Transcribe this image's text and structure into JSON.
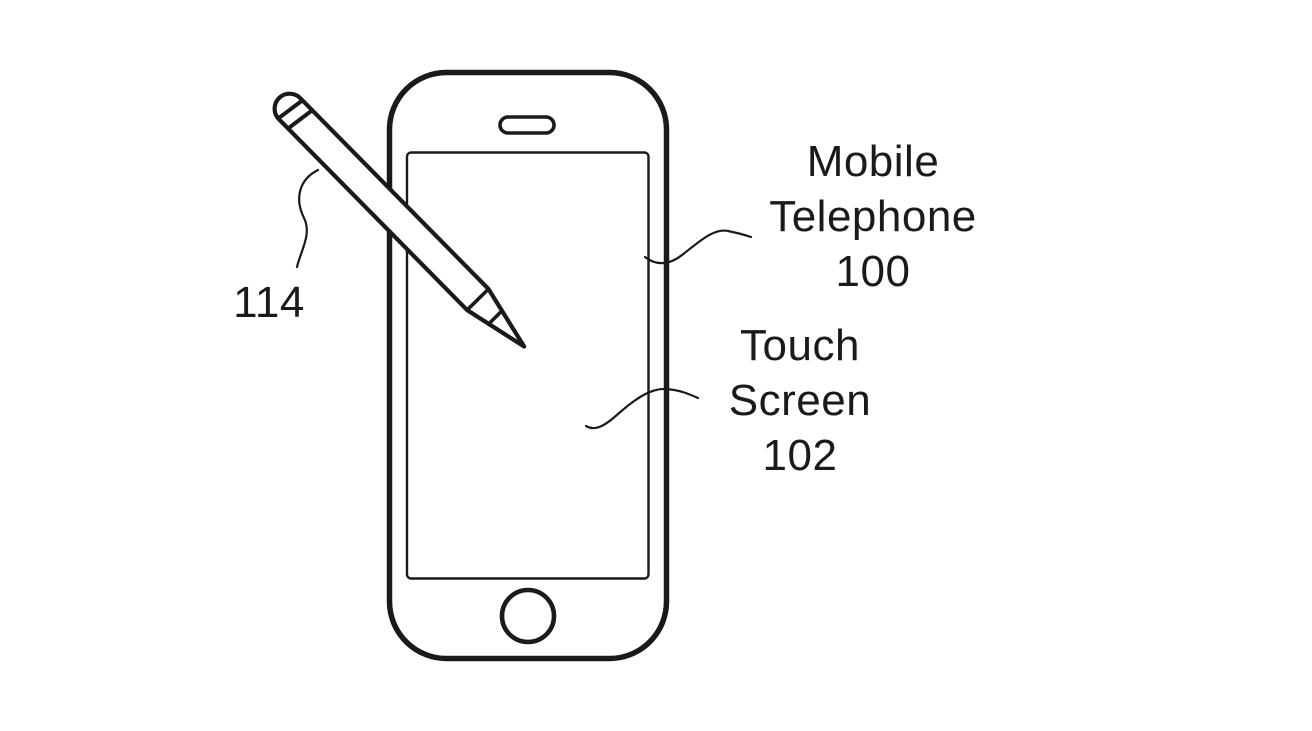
{
  "figure": {
    "background_color": "#ffffff",
    "line_color": "#1a1a1a"
  },
  "callouts": {
    "stylus": {
      "ref": "114",
      "lines": [
        "114"
      ]
    },
    "mobile_telephone": {
      "ref": "100",
      "lines": [
        "Mobile",
        "Telephone",
        "100"
      ]
    },
    "touch_screen": {
      "ref": "102",
      "lines": [
        "Touch",
        "Screen",
        "102"
      ]
    }
  }
}
